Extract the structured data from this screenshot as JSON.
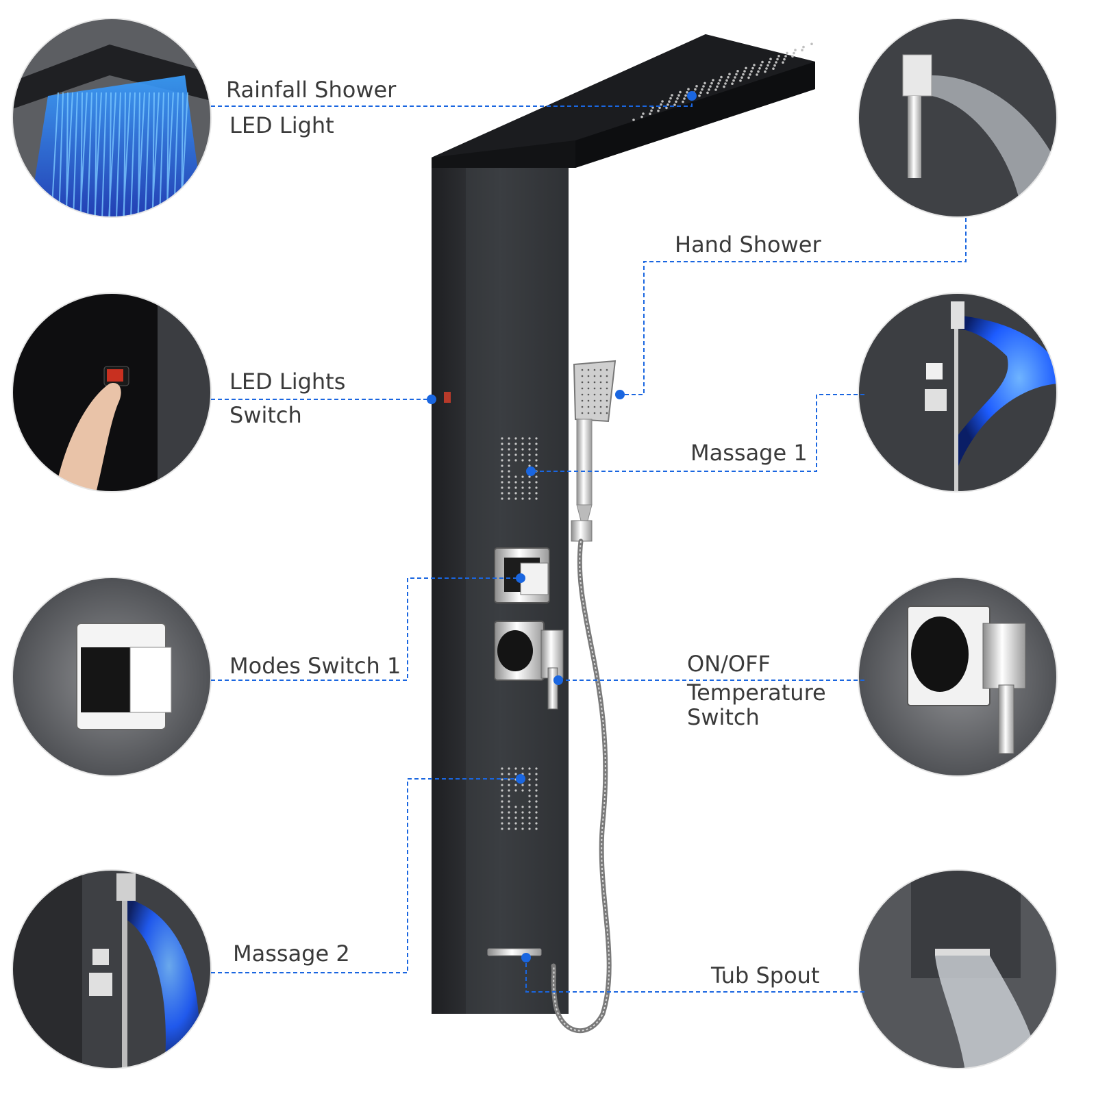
{
  "labels": {
    "rainfall_shower": "Rainfall Shower",
    "led_light": "LED Light",
    "hand_shower": "Hand Shower",
    "led_lights_switch_1": "LED Lights",
    "led_lights_switch_2": "Switch",
    "massage_1": "Massage 1",
    "modes_switch_1": "Modes Switch 1",
    "onoff_1": "ON/OFF",
    "onoff_2": "Temperature",
    "onoff_3": "Switch",
    "massage_2": "Massage 2",
    "tub_spout": "Tub Spout"
  },
  "colors": {
    "accent": "#1a66e0",
    "panel": "#2b2d31",
    "chrome": "#d9d9d9",
    "led_blue": "#2d6bff"
  }
}
